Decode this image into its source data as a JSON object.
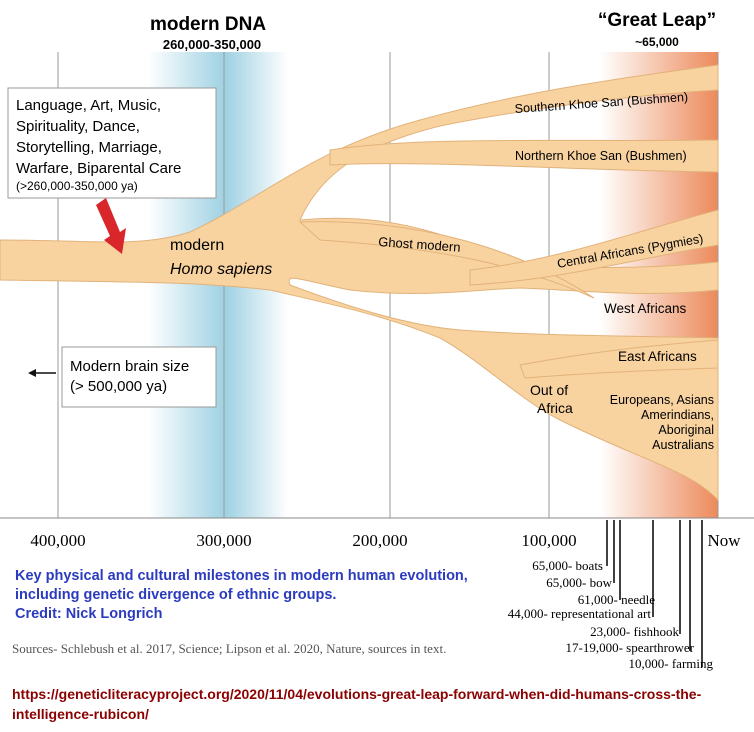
{
  "headings": {
    "modern_dna": "modern DNA",
    "modern_dna_range": "260,000-350,000",
    "great_leap": "“Great Leap”",
    "great_leap_date": "~65,000"
  },
  "boxes": {
    "traits": [
      "Language, Art, Music,",
      "Spirituality, Dance,",
      "Storytelling, Marriage,",
      "Warfare, Biparental Care"
    ],
    "traits_date": "(>260,000-350,000 ya)",
    "brain": [
      "Modern brain size",
      "(> 500,000 ya)"
    ]
  },
  "labels": {
    "modern": "modern",
    "homo_sapiens": "Homo sapiens",
    "ghost_modern": "Ghost modern",
    "southern_khoe": "Southern Khoe San (Bushmen)",
    "northern_khoe": "Northern Khoe San (Bushmen)",
    "central_africans": "Central Africans (Pygmies)",
    "west_africans": "West Africans",
    "east_africans": "East Africans",
    "out_of_africa": [
      "Out of",
      "Africa"
    ],
    "eurasians": [
      "Europeans, Asians",
      "Amerindians,",
      "Aboriginal",
      "Australians"
    ]
  },
  "axis": {
    "ticks": [
      "400,000",
      "300,000",
      "200,000",
      "100,000",
      "Now"
    ]
  },
  "milestones": [
    "65,000- boats",
    "65,000- bow",
    "61,000- needle",
    "44,000- representational art",
    "23,000- fishhook",
    "17-19,000- spearthrower",
    "10,000- farming"
  ],
  "caption": {
    "text": "Key physical and cultural milestones in modern human evolution, including genetic divergence of ethnic groups.",
    "credit": "Credit: Nick Longrich"
  },
  "sources": "Sources- Schlebush et al. 2017, Science;  Lipson et al. 2020, Nature, sources in text.",
  "url": "https://geneticliteracyproject.org/2020/11/04/evolutions-great-leap-forward-when-did-humans-cross-the-intelligence-rubicon/",
  "colors": {
    "branch": "#f8d3a0",
    "branch_stroke": "#e2b27a",
    "dna_band": "#8ec9dd",
    "leap_band": "#ec8a5a",
    "arrow": "#d8262b",
    "caption": "#2b3bbf",
    "url": "#8b0000"
  }
}
